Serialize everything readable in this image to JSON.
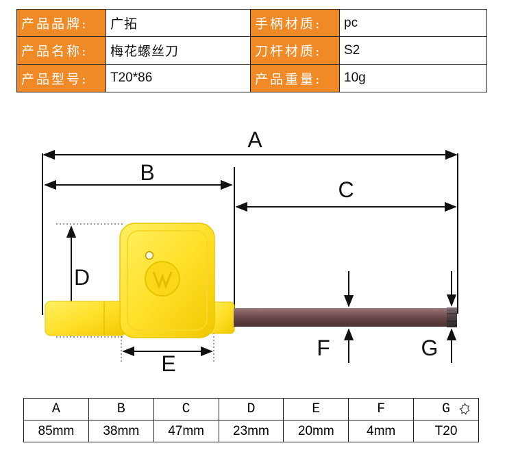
{
  "spec_table": {
    "rows": [
      {
        "label1": "产品品牌:",
        "value1": "广拓",
        "label2": "手柄材质:",
        "value2": "pc"
      },
      {
        "label1": "产品名称:",
        "value1": "梅花螺丝刀",
        "label2": "刀杆材质:",
        "value2": "S2"
      },
      {
        "label1": "产品型号:",
        "value1": "T20*86",
        "label2": "产品重量:",
        "value2": "10g"
      }
    ]
  },
  "diagram": {
    "letters": {
      "A": "A",
      "B": "B",
      "C": "C",
      "D": "D",
      "E": "E",
      "F": "F",
      "G": "G"
    },
    "colors": {
      "handle_yellow": "#ffe02a",
      "handle_yellow_edge": "#e8c600",
      "shaft": "#6e4a4c",
      "line": "#111111"
    }
  },
  "dims_table": {
    "headers": [
      "A",
      "B",
      "C",
      "D",
      "E",
      "F",
      "G"
    ],
    "values": [
      "85mm",
      "38mm",
      "47mm",
      "23mm",
      "20mm",
      "4mm",
      "T20"
    ],
    "header_icon": "torx-star-icon"
  }
}
